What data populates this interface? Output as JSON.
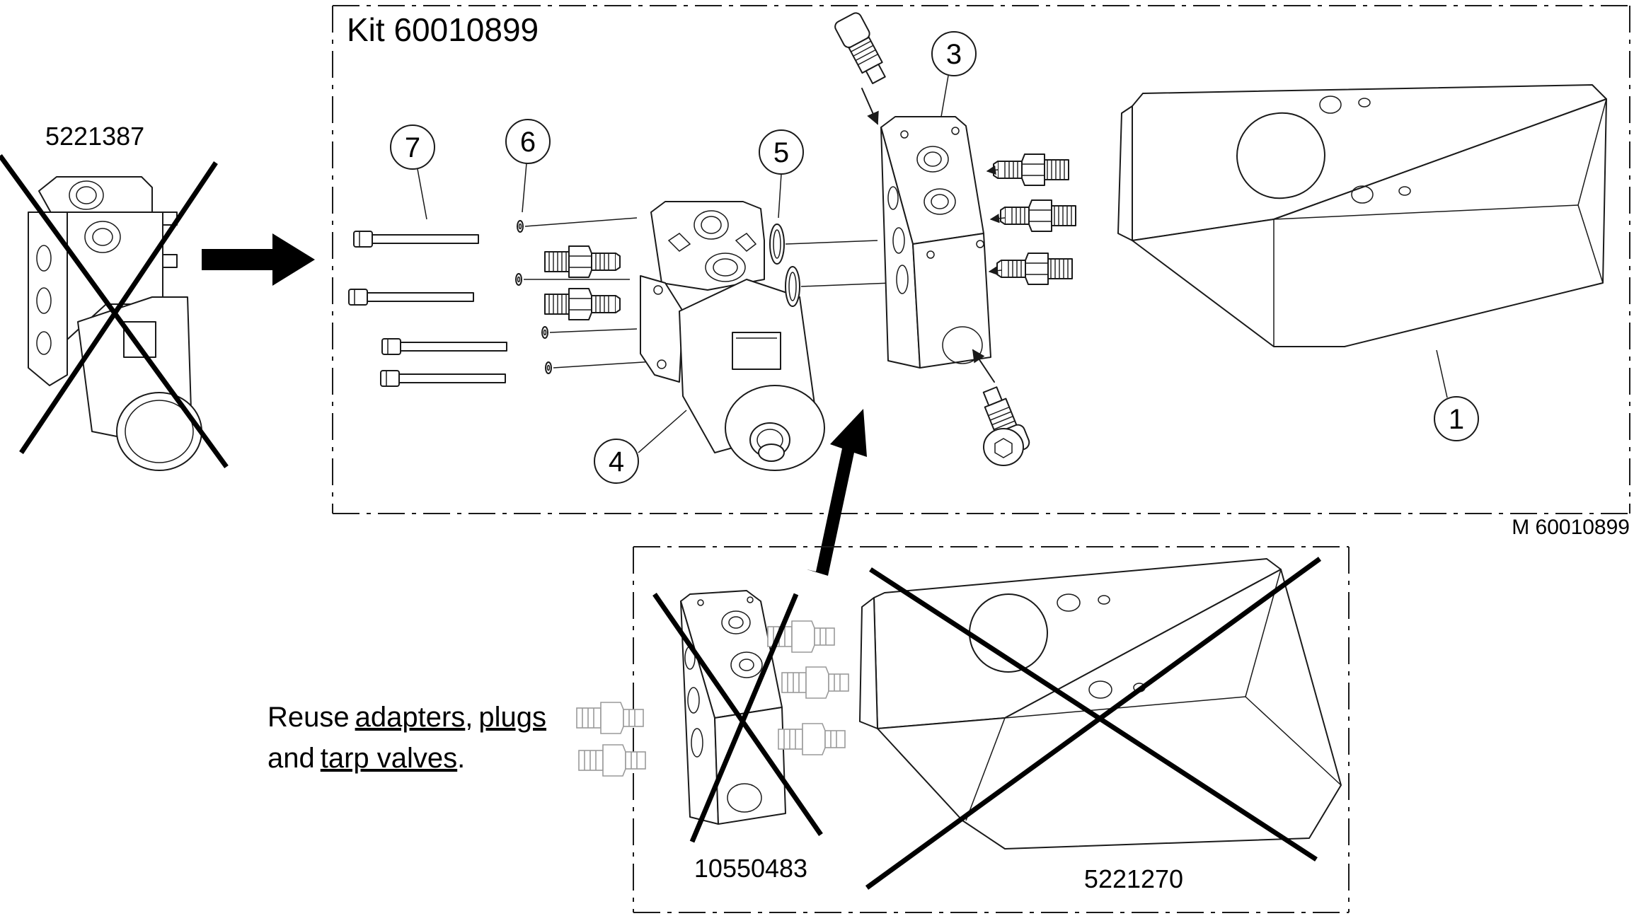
{
  "kit": {
    "title": "Kit 60010899",
    "drawing_id": "M 60010899"
  },
  "callouts": [
    "1",
    "3",
    "4",
    "5",
    "6",
    "7"
  ],
  "part_numbers": {
    "old_valve": "5221387",
    "old_manifold": "10550483",
    "old_cover": "5221270"
  },
  "note": {
    "w_reuse": "Reuse",
    "w_adapters": "adapters",
    "w_comma": ",",
    "w_plugs": "plugs",
    "w_and": "and",
    "w_tarp": "tarp valves",
    "w_period": "."
  }
}
